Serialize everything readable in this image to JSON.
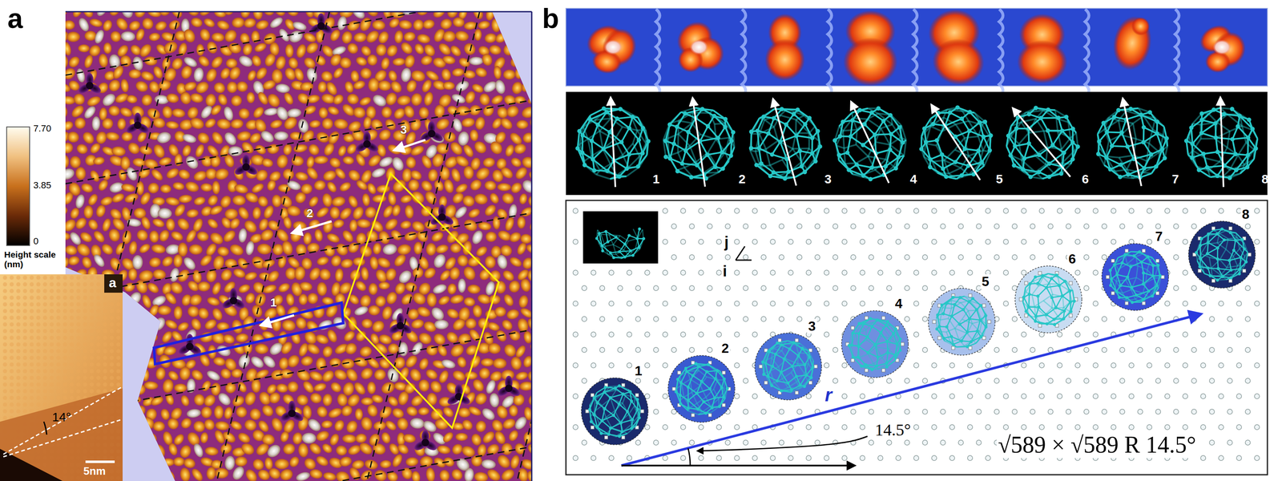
{
  "diagram": {
    "labels": [
      "a",
      "7.70",
      "3.85",
      "0",
      "Height scale (nm)",
      "2",
      "3",
      "1",
      "a",
      "14°",
      "5nm",
      "b",
      "1",
      "2",
      "3",
      "4",
      "5",
      "6",
      "7",
      "8",
      "j",
      "i",
      "1",
      "2",
      "3",
      "4",
      "5",
      "6",
      "7",
      "8",
      "r",
      "14.5°",
      "√589 × √589 R 14.5°"
    ]
  }
}
